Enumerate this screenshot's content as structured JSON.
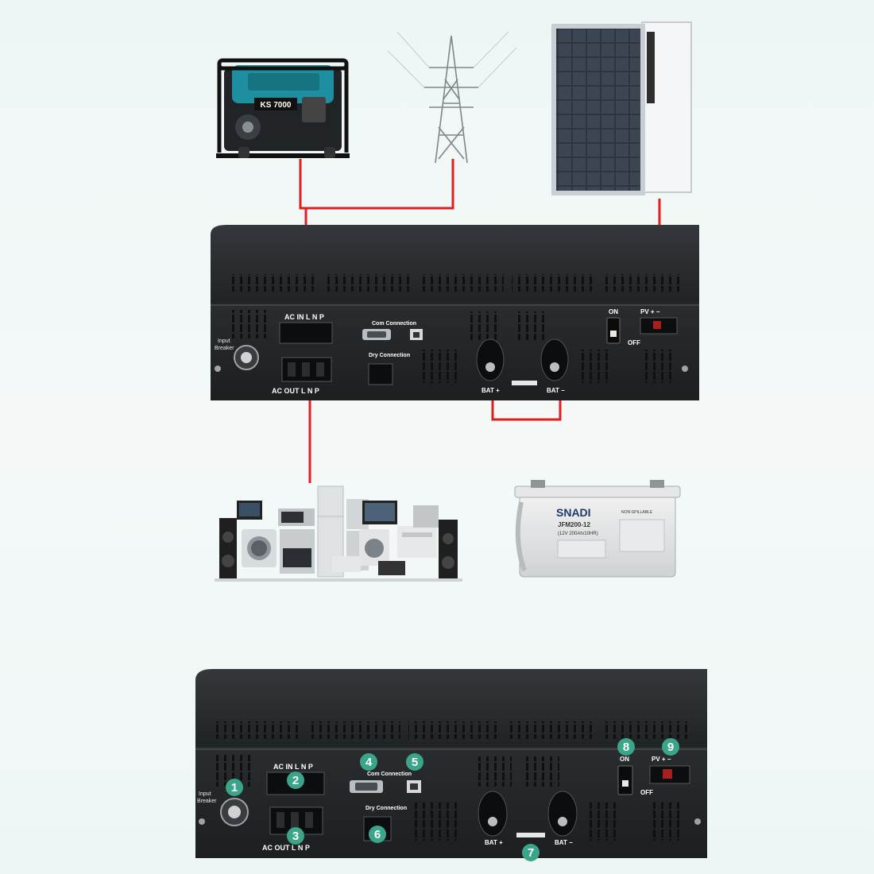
{
  "sources": {
    "generator": {
      "model": "KS 7000"
    },
    "solar_panel": {},
    "grid_tower": {}
  },
  "inverter_top": {
    "ac_in": "AC IN  L  N  P",
    "ac_out": "AC OUT  L  N  P",
    "com": "Com Connection",
    "dry": "Dry Connection",
    "breaker_line1": "Input",
    "breaker_line2": "Breaker",
    "bat_plus": "BAT +",
    "bat_minus": "BAT −",
    "on": "ON",
    "off": "OFF",
    "pv": "PV  +  −"
  },
  "inverter_bottom": {
    "ac_in": "AC IN  L  N  P",
    "ac_out": "AC OUT  L  N  P",
    "com": "Com Connection",
    "dry": "Dry Connection",
    "breaker_line1": "Input",
    "breaker_line2": "Breaker",
    "bat_plus": "BAT +",
    "bat_minus": "BAT −",
    "on": "ON",
    "off": "OFF",
    "pv": "PV  +  −",
    "markers": [
      "1",
      "2",
      "3",
      "4",
      "5",
      "6",
      "7",
      "8",
      "9"
    ]
  },
  "battery": {
    "brand": "SNADI",
    "model": "JFM200-12",
    "spec": "(12V 200Ah/10HR)",
    "tag": "NON-SPILLABLE"
  },
  "colors": {
    "wire": "#e0201f",
    "marker": "#3aa58a",
    "inverter_body": "#26292b",
    "background": "#eef6f5"
  }
}
